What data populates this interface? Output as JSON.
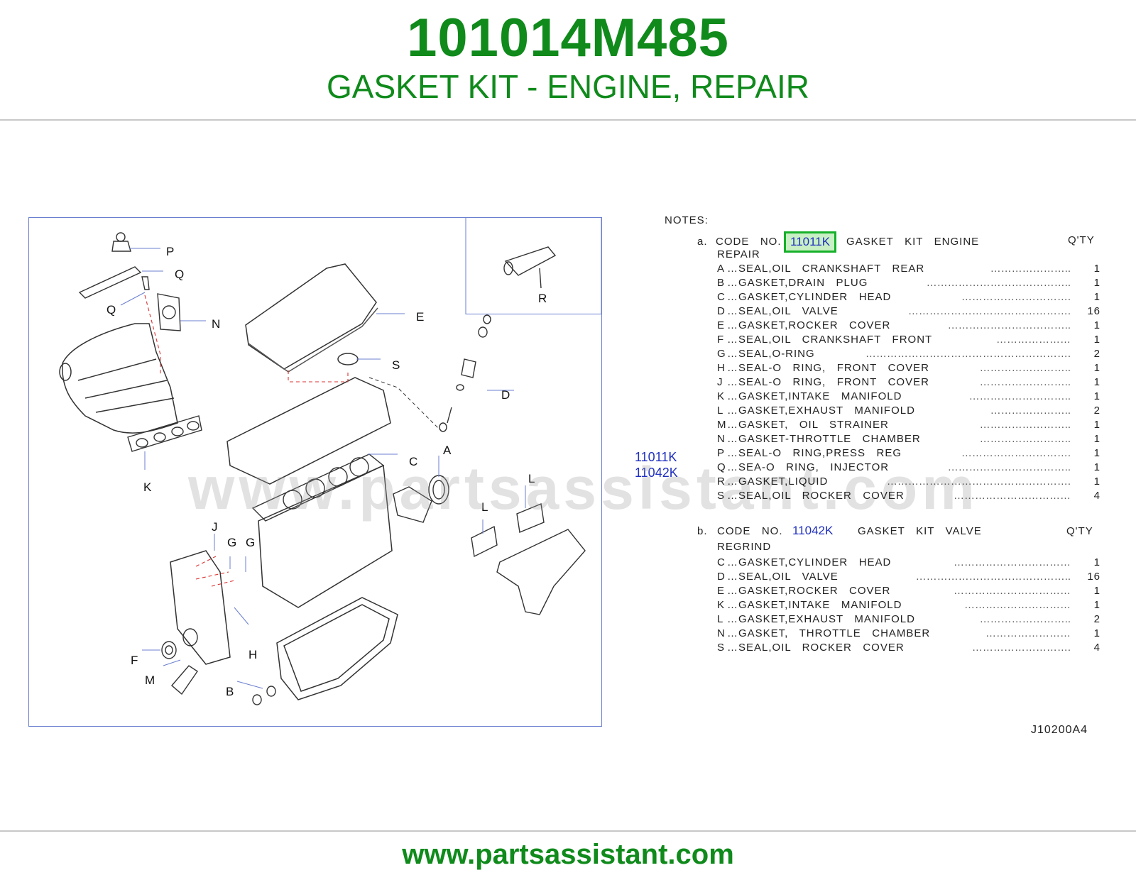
{
  "header": {
    "part_number": "101014M485",
    "part_name": "GASKET KIT - ENGINE, REPAIR"
  },
  "footer": {
    "url": "www.partsassistant.com"
  },
  "watermark": "www.partsassistant.com",
  "diagram": {
    "callouts": [
      "P",
      "Q",
      "Q",
      "N",
      "E",
      "S",
      "R",
      "D",
      "A",
      "C",
      "K",
      "J",
      "G",
      "G",
      "L",
      "L",
      "H",
      "F",
      "M",
      "B"
    ],
    "codes": [
      "11011K",
      "11042K"
    ]
  },
  "notes": {
    "heading": "NOTES:",
    "section_a": {
      "marker": "a.",
      "prefix": "CODE   NO.",
      "code": "11011K",
      "title_line1": "GASKET   KIT   ENGINE",
      "title_line2": "REPAIR",
      "qty_header": "Q'TY",
      "items": [
        {
          "letter": "A",
          "desc": "…SEAL,OIL   CRANKSHAFT   REAR",
          "dots": "…………………..",
          "qty": "1"
        },
        {
          "letter": "B",
          "desc": "…GASKET,DRAIN   PLUG",
          "dots": "…………………………………..",
          "qty": "1"
        },
        {
          "letter": "C",
          "desc": "…GASKET,CYLINDER   HEAD",
          "dots": "………………………….",
          "qty": "1"
        },
        {
          "letter": "D",
          "desc": "…SEAL,OIL   VALVE",
          "dots": "……………………………………….",
          "qty": "16"
        },
        {
          "letter": "E",
          "desc": "…GASKET,ROCKER   COVER",
          "dots": "……………………………..",
          "qty": "1"
        },
        {
          "letter": "F",
          "desc": "…SEAL,OIL   CRANKSHAFT   FRONT",
          "dots": "…………………",
          "qty": "1"
        },
        {
          "letter": "G",
          "desc": "…SEAL,O-RING",
          "dots": "………………………………………………….",
          "qty": "2"
        },
        {
          "letter": "H",
          "desc": "…SEAL-O   RING,   FRONT   COVER",
          "dots": "……………………..",
          "qty": "1"
        },
        {
          "letter": "J",
          "desc": "…SEAL-O   RING,   FRONT   COVER",
          "dots": "……………………..",
          "qty": "1"
        },
        {
          "letter": "K",
          "desc": "…GASKET,INTAKE   MANIFOLD",
          "dots": "………………………..",
          "qty": "1"
        },
        {
          "letter": "L",
          "desc": "…GASKET,EXHAUST   MANIFOLD",
          "dots": "…………………..",
          "qty": "2"
        },
        {
          "letter": "M",
          "desc": "…GASKET,   OIL   STRAINER",
          "dots": "……………………..",
          "qty": "1"
        },
        {
          "letter": "N",
          "desc": "…GASKET-THROTTLE   CHAMBER",
          "dots": "……………………..",
          "qty": "1"
        },
        {
          "letter": "P",
          "desc": "…SEAL-O   RING,PRESS   REG",
          "dots": "………………………….",
          "qty": "1"
        },
        {
          "letter": "Q",
          "desc": "…SEA-O   RING,   INJECTOR",
          "dots": "……………………………..",
          "qty": "1"
        },
        {
          "letter": "R",
          "desc": "…GASKET,LIQUID",
          "dots": "…………………………………………….",
          "qty": "1"
        },
        {
          "letter": "S",
          "desc": "…SEAL,OIL   ROCKER   COVER",
          "dots": "……………………………",
          "qty": "4"
        }
      ]
    },
    "section_b": {
      "marker": "b.",
      "prefix": "CODE   NO.",
      "code": "11042K",
      "title_line1": "GASKET   KIT   VALVE",
      "title_line2": "REGRIND",
      "qty_header": "Q'TY",
      "items": [
        {
          "letter": "C",
          "desc": "…GASKET,CYLINDER   HEAD",
          "dots": "……………………………",
          "qty": "1"
        },
        {
          "letter": "D",
          "desc": "…SEAL,OIL   VALVE",
          "dots": "……………………………………..",
          "qty": "16"
        },
        {
          "letter": "E",
          "desc": "…GASKET,ROCKER   COVER",
          "dots": "……………………………",
          "qty": "1"
        },
        {
          "letter": "K",
          "desc": "…GASKET,INTAKE   MANIFOLD",
          "dots": "…………………………",
          "qty": "1"
        },
        {
          "letter": "L",
          "desc": "…GASKET,EXHAUST   MANIFOLD",
          "dots": "……………………..",
          "qty": "2"
        },
        {
          "letter": "N",
          "desc": "…GASKET,   THROTTLE   CHAMBER",
          "dots": "……………………",
          "qty": "1"
        },
        {
          "letter": "S",
          "desc": "…SEAL,OIL   ROCKER   COVER",
          "dots": "……………………….",
          "qty": "4"
        }
      ]
    }
  },
  "reference_code": "J10200A4",
  "colors": {
    "brand_green": "#0f8a1b",
    "link_blue": "#2030c0",
    "highlight_border": "#16b02a",
    "highlight_fill": "#c9f0c4"
  }
}
